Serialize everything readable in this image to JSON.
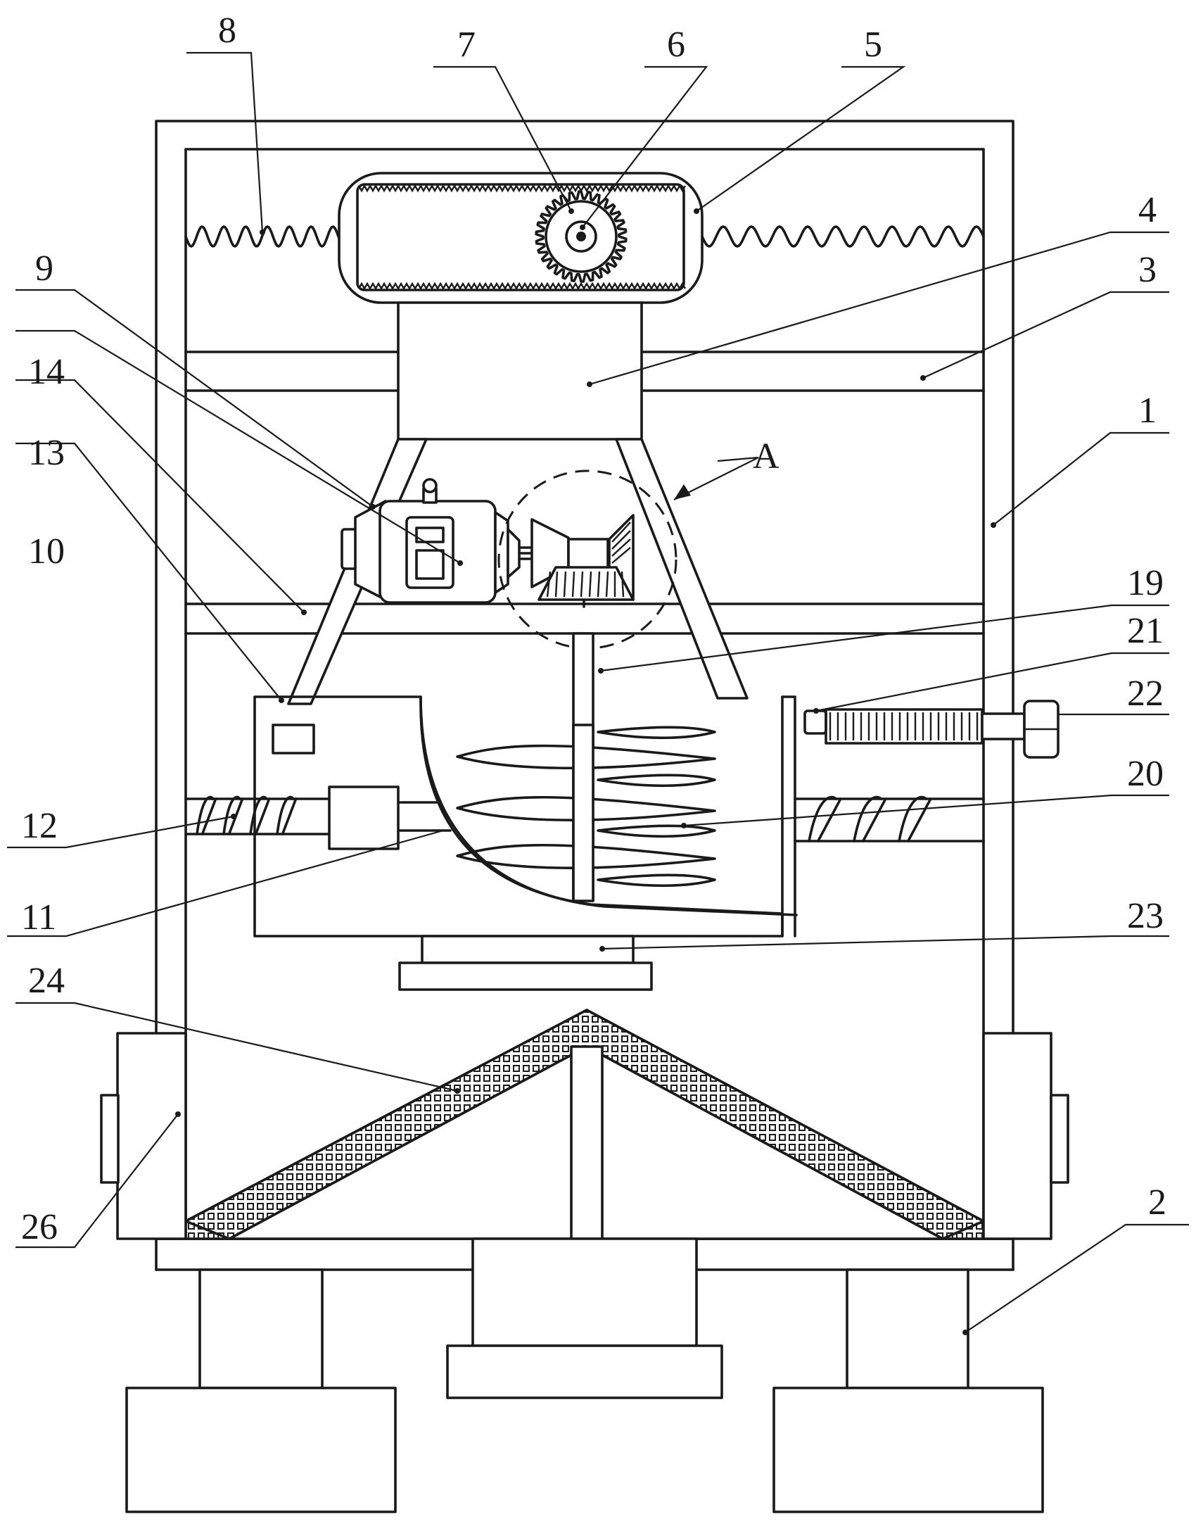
{
  "figure": {
    "labels": [
      {
        "id": "l1",
        "text": "1"
      },
      {
        "id": "l2",
        "text": "2"
      },
      {
        "id": "l3",
        "text": "3"
      },
      {
        "id": "l4",
        "text": "4"
      },
      {
        "id": "l5",
        "text": "5"
      },
      {
        "id": "l6",
        "text": "6"
      },
      {
        "id": "l7",
        "text": "7"
      },
      {
        "id": "l8",
        "text": "8"
      },
      {
        "id": "l9",
        "text": "9"
      },
      {
        "id": "l10",
        "text": "10"
      },
      {
        "id": "l11",
        "text": "11"
      },
      {
        "id": "l12",
        "text": "12"
      },
      {
        "id": "l13",
        "text": "13"
      },
      {
        "id": "l14",
        "text": "14"
      },
      {
        "id": "l19",
        "text": "19"
      },
      {
        "id": "l20",
        "text": "20"
      },
      {
        "id": "l21",
        "text": "21"
      },
      {
        "id": "l22",
        "text": "22"
      },
      {
        "id": "l23",
        "text": "23"
      },
      {
        "id": "l24",
        "text": "24"
      },
      {
        "id": "l26",
        "text": "26"
      },
      {
        "id": "lA",
        "text": "A"
      }
    ]
  }
}
